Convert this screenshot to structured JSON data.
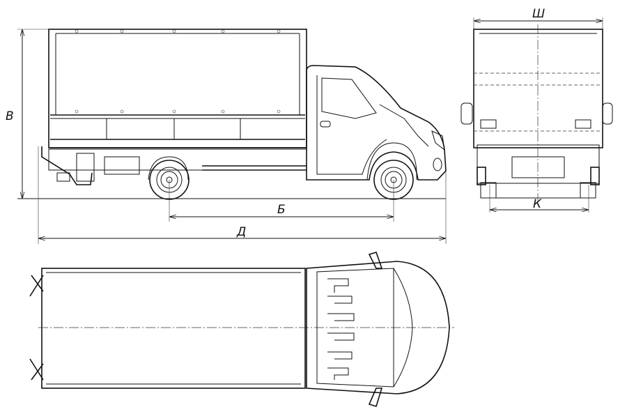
{
  "dimensions": {
    "height_label": "В",
    "wheelbase_label": "Б",
    "length_label": "Д",
    "width_label": "Ш",
    "track_label": "К"
  }
}
